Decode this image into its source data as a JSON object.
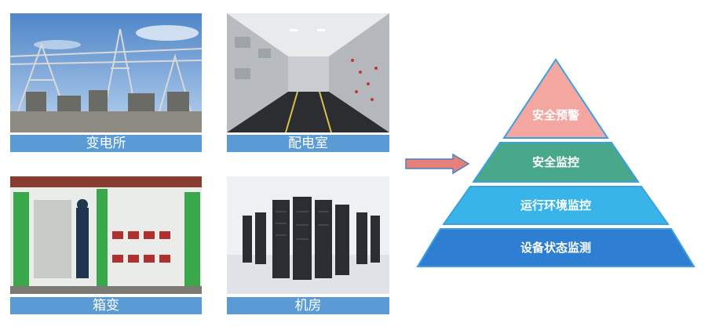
{
  "photos": [
    {
      "id": "substation",
      "caption": "变电所"
    },
    {
      "id": "distribution-room",
      "caption": "配电室"
    },
    {
      "id": "box-substation",
      "caption": "箱变"
    },
    {
      "id": "data-center",
      "caption": "机房"
    }
  ],
  "pyramid": {
    "layers": [
      {
        "label": "安全预警",
        "color": "#f4a6a0"
      },
      {
        "label": "安全监控",
        "color": "#4aa88a"
      },
      {
        "label": "运行环境监控",
        "color": "#38b4e8"
      },
      {
        "label": "设备状态监测",
        "color": "#2e7fd2"
      }
    ],
    "outline_color": "#3ca0e0"
  },
  "colors": {
    "caption_bg": "#5b9bd5",
    "arrow": "#e8807a"
  }
}
